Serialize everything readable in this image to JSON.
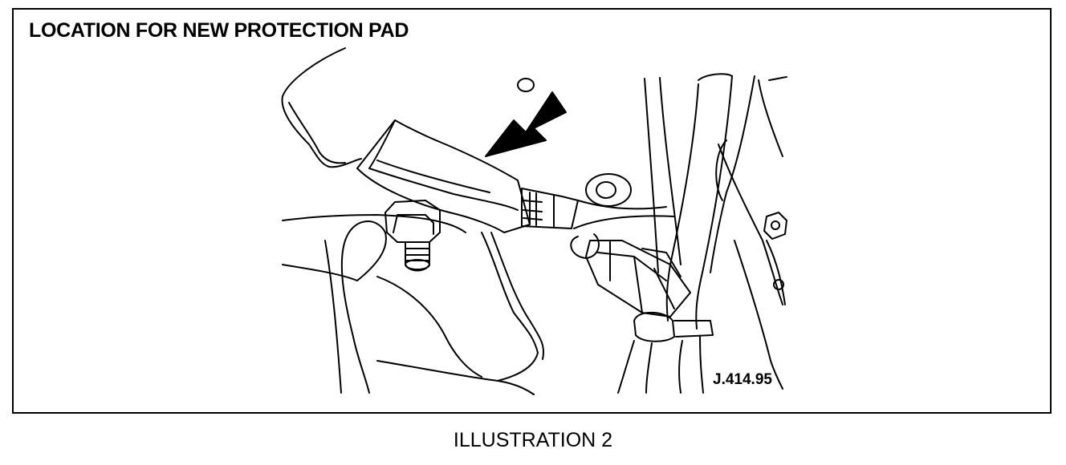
{
  "diagram": {
    "title": "LOCATION FOR NEW PROTECTION PAD",
    "reference_code": "J.414.95",
    "caption": "ILLUSTRATION 2",
    "line_color": "#000000",
    "background_color": "#ffffff"
  }
}
